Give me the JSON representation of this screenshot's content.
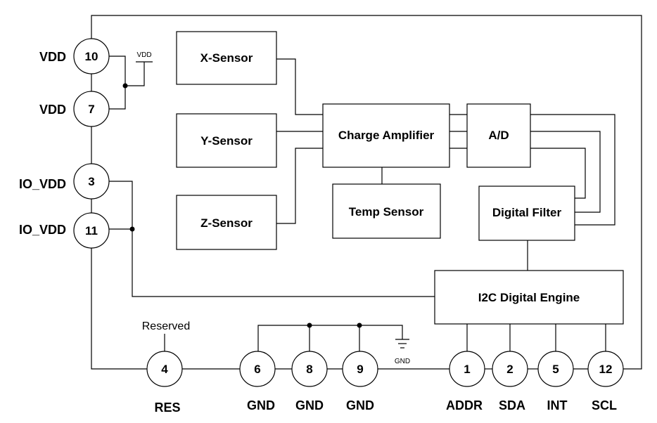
{
  "blocks": {
    "x_sensor": "X-Sensor",
    "y_sensor": "Y-Sensor",
    "z_sensor": "Z-Sensor",
    "charge_amplifier": "Charge Amplifier",
    "ad": "A/D",
    "temp_sensor": "Temp Sensor",
    "digital_filter": "Digital Filter",
    "i2c_engine": "I2C Digital Engine"
  },
  "pins": {
    "p10": {
      "number": "10",
      "name": "VDD"
    },
    "p7": {
      "number": "7",
      "name": "VDD"
    },
    "p3": {
      "number": "3",
      "name": "IO_VDD"
    },
    "p11": {
      "number": "11",
      "name": "IO_VDD"
    },
    "p4": {
      "number": "4",
      "name": "RES"
    },
    "p6": {
      "number": "6",
      "name": "GND"
    },
    "p8": {
      "number": "8",
      "name": "GND"
    },
    "p9": {
      "number": "9",
      "name": "GND"
    },
    "p1": {
      "number": "1",
      "name": "ADDR"
    },
    "p2": {
      "number": "2",
      "name": "SDA"
    },
    "p5": {
      "number": "5",
      "name": "INT"
    },
    "p12": {
      "number": "12",
      "name": "SCL"
    }
  },
  "symbols": {
    "vdd": "VDD",
    "gnd": "GND",
    "reserved": "Reserved"
  }
}
